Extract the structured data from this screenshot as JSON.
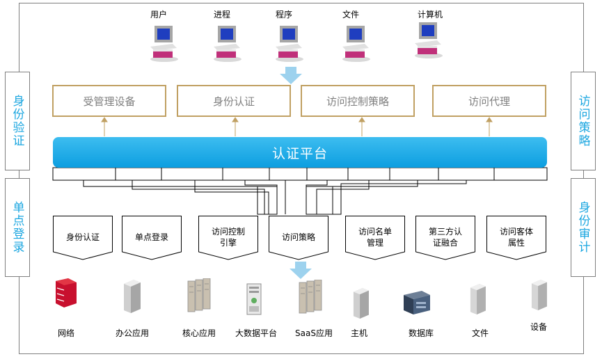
{
  "left_panels": [
    "身份验证",
    "单点登录"
  ],
  "right_panels": [
    "访问策略",
    "身份审计"
  ],
  "top_entities": [
    "用户",
    "进程",
    "程序",
    "文件",
    "计算机"
  ],
  "services": [
    "受管理设备",
    "身份认证",
    "访问控制策略",
    "访问代理"
  ],
  "platform": "认证平台",
  "modules": [
    "身份认证",
    "单点登录",
    "访问控制\n引擎",
    "访问策略",
    "访问名单\n管理",
    "第三方认\n证融合",
    "访问客体\n属性"
  ],
  "resources": [
    "网络",
    "办公应用",
    "核心应用",
    "大数据平台",
    "SaaS应用",
    "主机",
    "数据库",
    "文件",
    "设备"
  ],
  "colors": {
    "accent": "#1aa6e0",
    "platform": "#0c9ee0",
    "service_border": "#c0a062",
    "arrow": "#9dd2ee"
  }
}
